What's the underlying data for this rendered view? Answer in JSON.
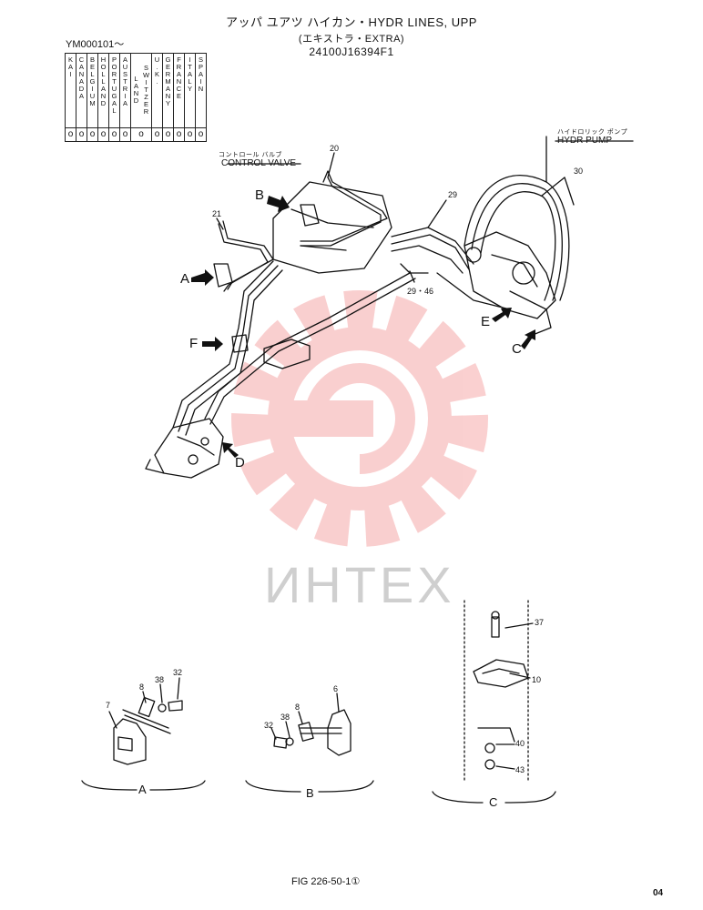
{
  "header": {
    "title_line1": "アッパ ユアツ ハイカン・HYDR LINES, UPP",
    "title_line2": "(エキストラ・EXTRA)",
    "part_number": "24100J16394F1",
    "serial": "YM000101～"
  },
  "countries": [
    {
      "name": "KAI",
      "mark": "o"
    },
    {
      "name": "CANADA",
      "mark": "o"
    },
    {
      "name": "BELGIUM",
      "mark": "o"
    },
    {
      "name": "HOLLAND",
      "mark": "o"
    },
    {
      "name": "PORTUGAL",
      "mark": "o"
    },
    {
      "name": "AUSTRIA",
      "mark": "o"
    },
    {
      "name": "SWITZER LAND",
      "mark": "o"
    },
    {
      "name": "U.K.",
      "mark": "o"
    },
    {
      "name": "GERMANY",
      "mark": "o"
    },
    {
      "name": "FRANCE",
      "mark": "o"
    },
    {
      "name": "ITALY",
      "mark": "o"
    },
    {
      "name": "SPAIN",
      "mark": "o"
    }
  ],
  "labels": {
    "control_valve_jp": "コントロール バルブ",
    "control_valve": "CONTROL VALVE",
    "hydr_pump_jp": "ハイドロリック ポンプ",
    "hydr_pump": "HYDR PUMP"
  },
  "callouts": {
    "a": "A",
    "b": "B",
    "c": "C",
    "d": "D",
    "e": "E",
    "f": "F"
  },
  "part_numbers": {
    "p20": "20",
    "p21": "21",
    "p29": "29",
    "p29_46": "29・46",
    "p30": "30",
    "p7": "7",
    "p8a": "8",
    "p38a": "38",
    "p32a": "32",
    "p6": "6",
    "p8b": "8",
    "p38b": "38",
    "p32b": "32",
    "p37": "37",
    "p10": "10",
    "p40": "40",
    "p43": "43"
  },
  "details": {
    "a": "A",
    "b": "B",
    "c": "C"
  },
  "footer": {
    "figure": "FIG 226-50-1①",
    "page": "04"
  },
  "watermark": {
    "text": "ИНТЕХ",
    "color": "#e8292a"
  }
}
